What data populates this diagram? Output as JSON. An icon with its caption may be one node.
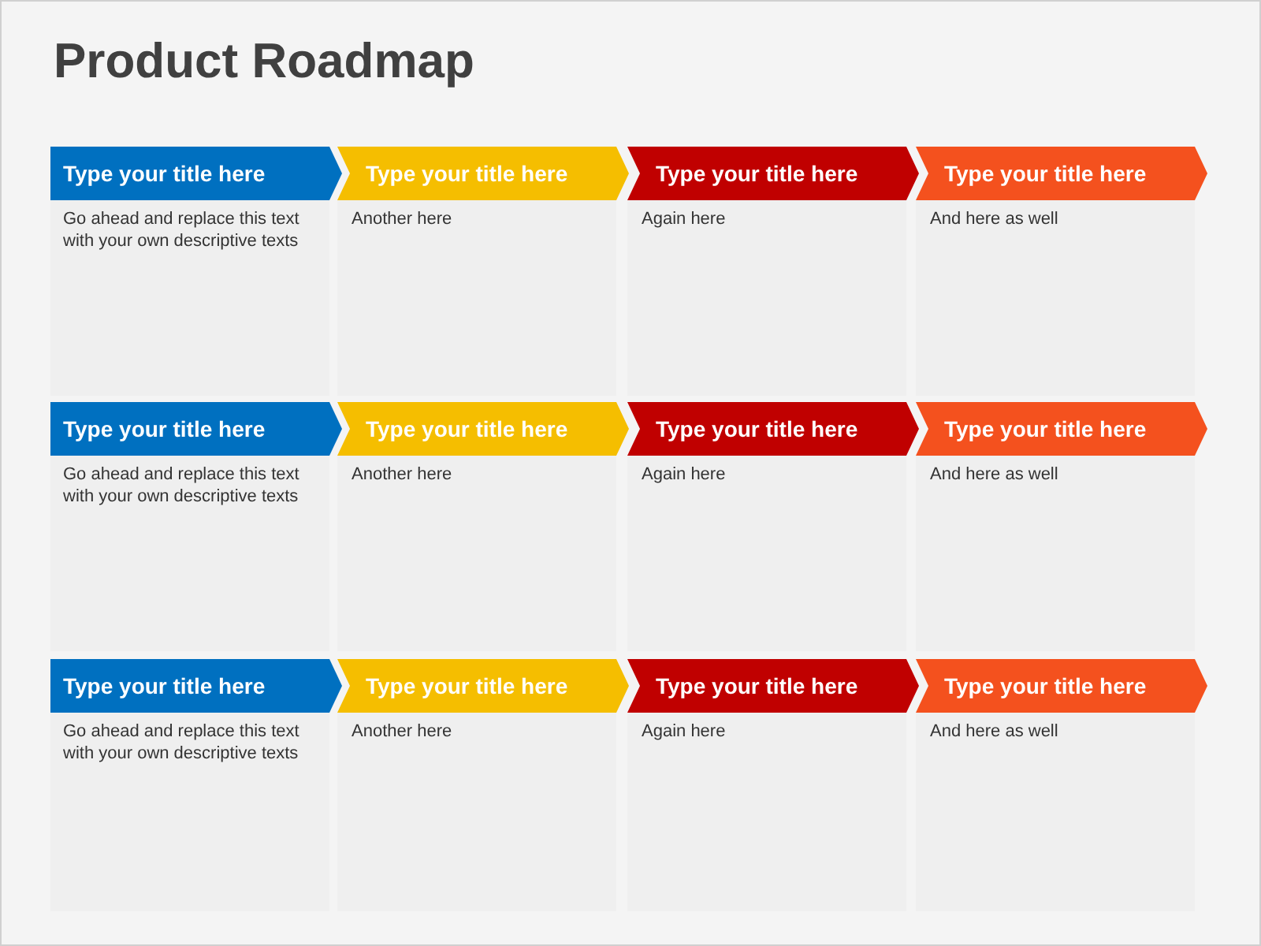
{
  "diagram": {
    "title": "Product Roadmap",
    "nodes": [
      {
        "text": [
          "Type your title here",
          "Go ahead and replace this text with your own descriptive texts"
        ]
      },
      {
        "text": [
          "Type your title here",
          "Another here"
        ]
      },
      {
        "text": [
          "Type your title here",
          "Again here"
        ]
      },
      {
        "text": [
          "Type your title here",
          "And here as well"
        ]
      },
      {
        "text": [
          "Type your title here",
          "Go ahead and replace this text with your own descriptive texts"
        ]
      },
      {
        "text": [
          "Type your title here",
          "Another here"
        ]
      },
      {
        "text": [
          "Type your title here",
          "Again here"
        ]
      },
      {
        "text": [
          "Type your title here",
          "And here as well"
        ]
      },
      {
        "text": [
          "Type your title here",
          "Go ahead and replace this text with your own descriptive texts"
        ]
      },
      {
        "text": [
          "Type your title here",
          "Another here"
        ]
      },
      {
        "text": [
          "Type your title here",
          "Again here"
        ]
      },
      {
        "text": [
          "Type your title here",
          "And here as well"
        ]
      }
    ]
  }
}
